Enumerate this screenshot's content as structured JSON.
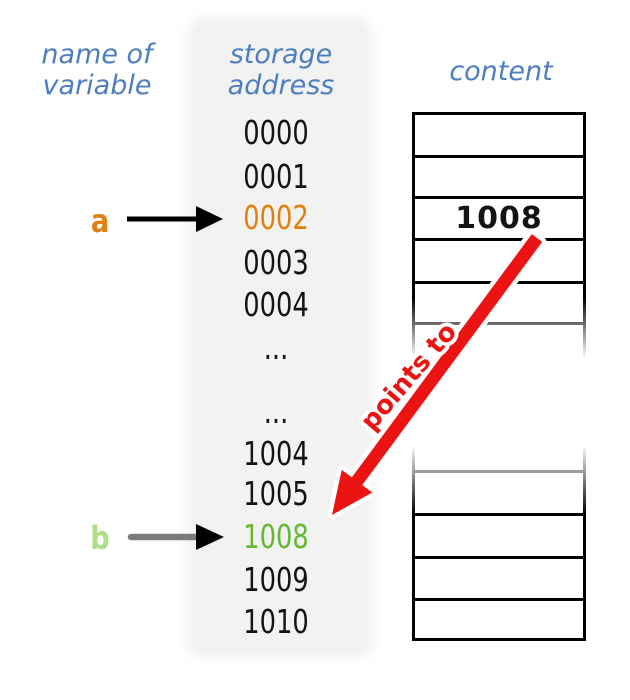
{
  "columns": {
    "variable": {
      "line1": "name of",
      "line2": "variable"
    },
    "address": {
      "line1": "storage",
      "line2": "address"
    },
    "content": {
      "label": "content"
    }
  },
  "header_color": "#4d7ec0",
  "text_color": "#141414",
  "variables": [
    {
      "label": "a",
      "color": "#e2800e",
      "target_address": "0002"
    },
    {
      "label": "b",
      "color": "#aede85",
      "target_address": "1008"
    }
  ],
  "addresses": [
    {
      "label": "0000",
      "color": "#141414"
    },
    {
      "label": "0001",
      "color": "#141414"
    },
    {
      "label": "0002",
      "color": "#e2800e"
    },
    {
      "label": "0003",
      "color": "#141414"
    },
    {
      "label": "0004",
      "color": "#141414"
    },
    {
      "label": "...",
      "color": "#141414"
    },
    {
      "label": "...",
      "color": "#141414"
    },
    {
      "label": "1004",
      "color": "#141414"
    },
    {
      "label": "1005",
      "color": "#141414"
    },
    {
      "label": "1008",
      "color": "#64b832"
    },
    {
      "label": "1009",
      "color": "#141414"
    },
    {
      "label": "1010",
      "color": "#141414"
    }
  ],
  "memory_table": {
    "stored_value": "1008",
    "stored_value_address": "0002"
  },
  "pointer": {
    "label": "points to",
    "color": "#ec1313"
  }
}
